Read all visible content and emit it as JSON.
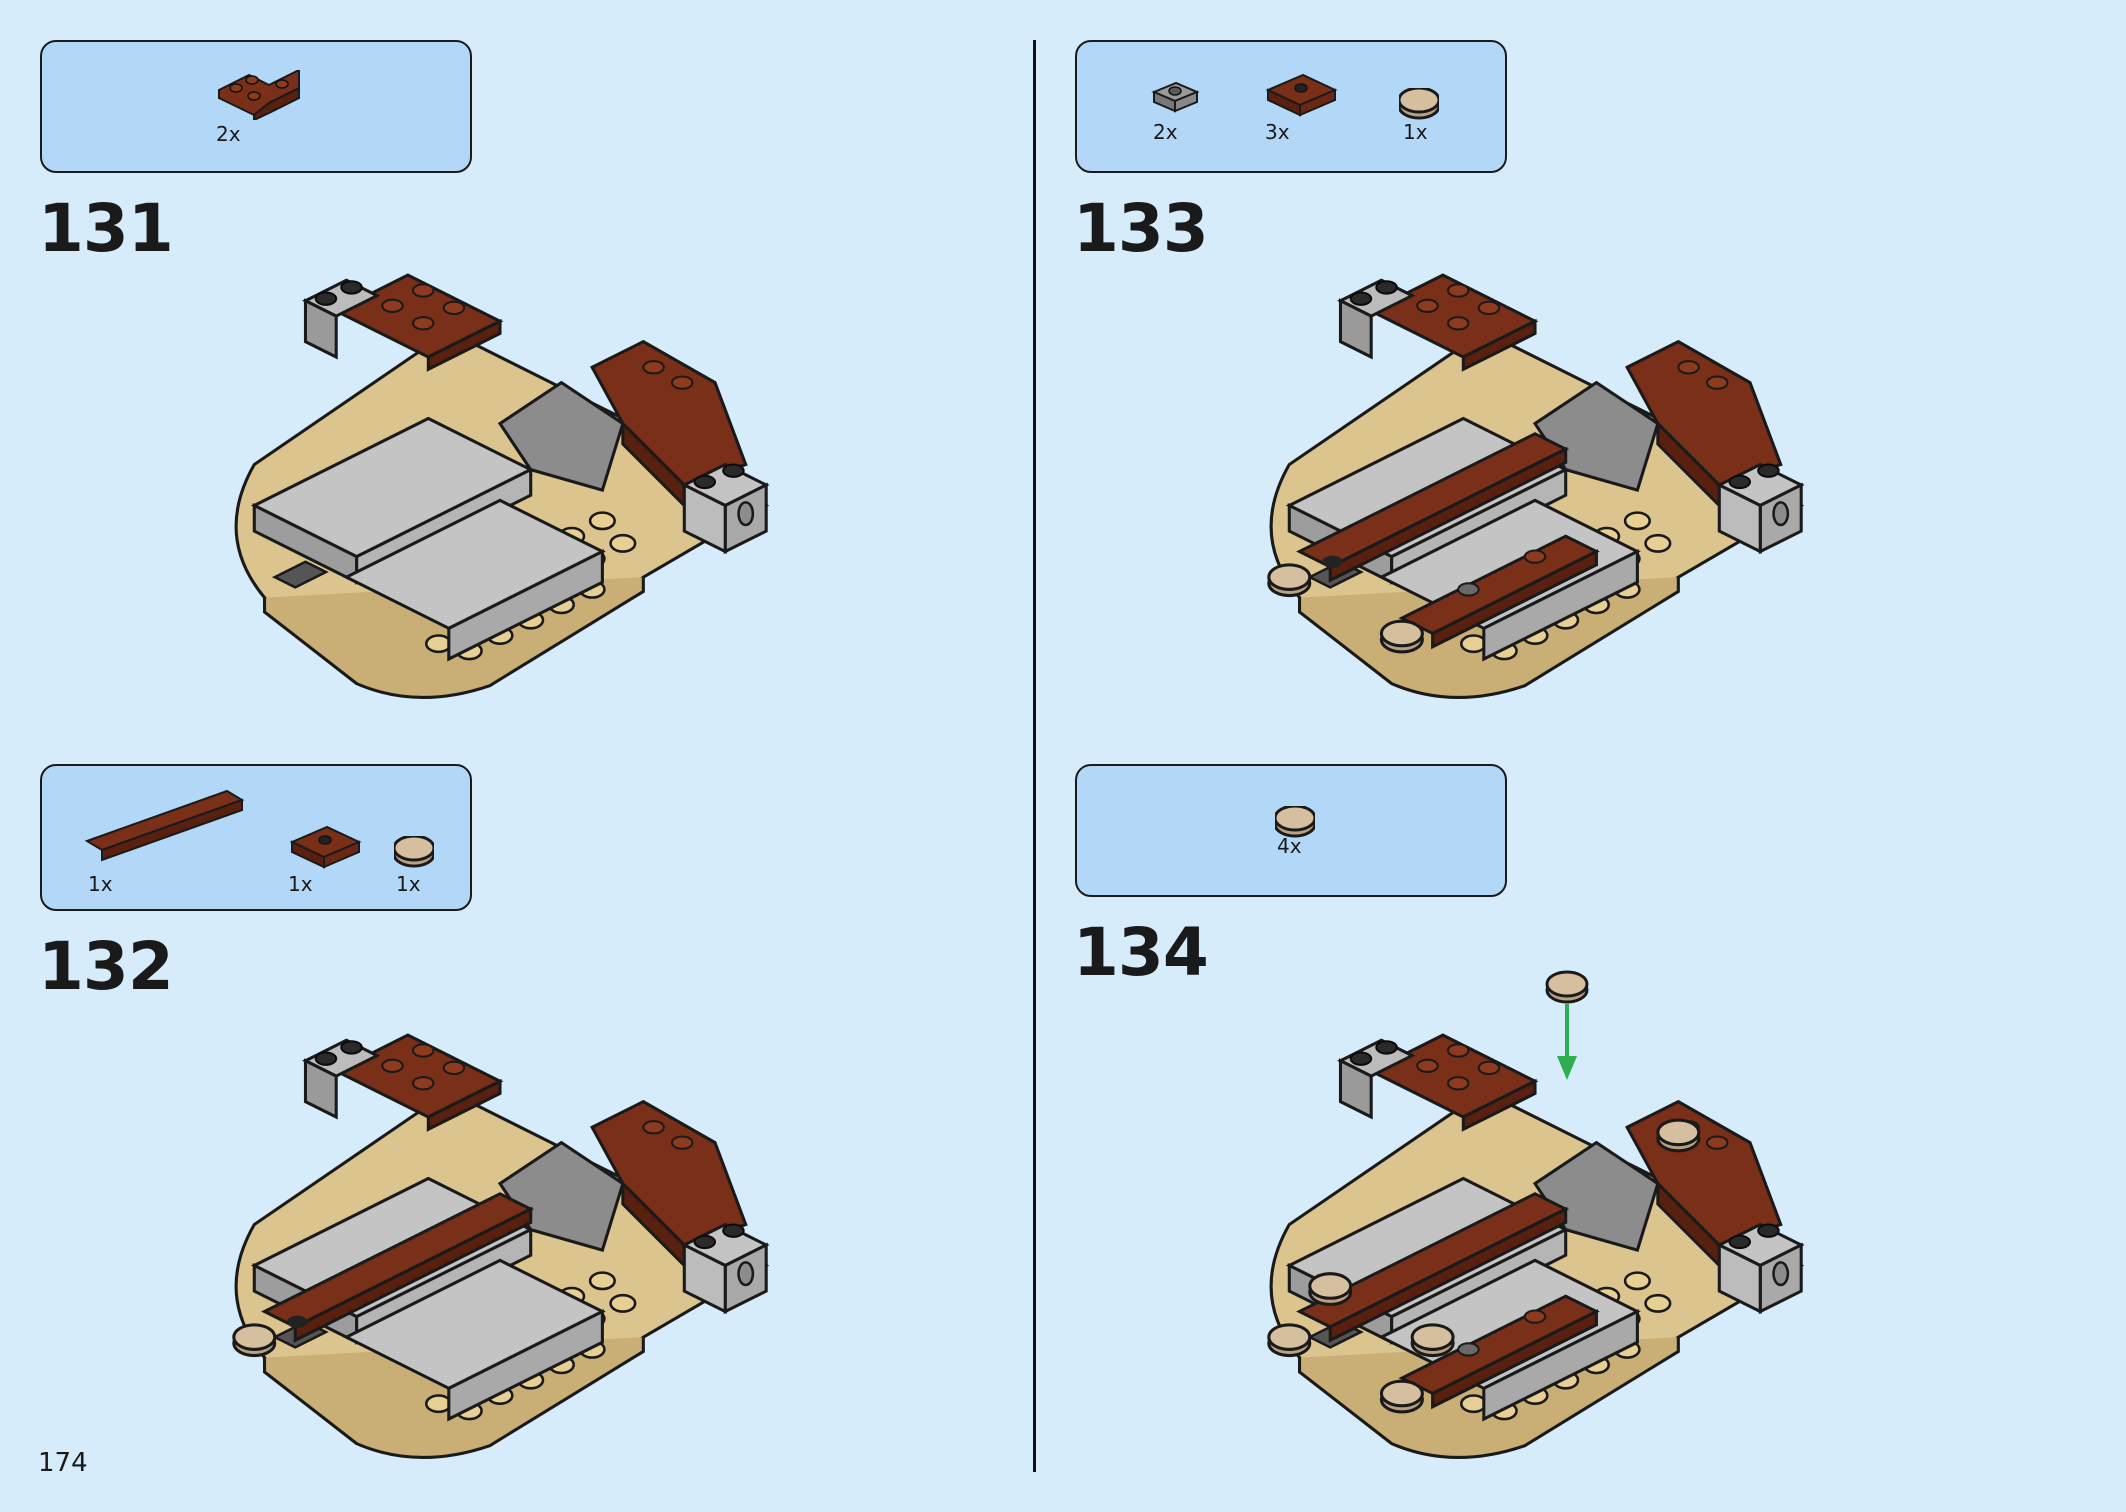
{
  "page": {
    "number": "174"
  },
  "steps": [
    {
      "number": "131",
      "parts": [
        {
          "icon": "brown-corner-plate-icon",
          "qty": "2x"
        }
      ]
    },
    {
      "number": "132",
      "parts": [
        {
          "icon": "brown-long-plate-icon",
          "qty": "1x"
        },
        {
          "icon": "brown-jumper-plate-icon",
          "qty": "1x"
        },
        {
          "icon": "tan-round-tile-icon",
          "qty": "1x"
        }
      ]
    },
    {
      "number": "133",
      "parts": [
        {
          "icon": "gray-jumper-plate-icon",
          "qty": "2x"
        },
        {
          "icon": "brown-jumper-plate-icon",
          "qty": "3x"
        },
        {
          "icon": "tan-round-tile-icon",
          "qty": "1x"
        }
      ]
    },
    {
      "number": "134",
      "parts": [
        {
          "icon": "tan-round-tile-icon",
          "qty": "4x"
        }
      ]
    }
  ],
  "colors": {
    "background": "#d6ecfb",
    "parts_box": "#b3d7f6",
    "tan": "#dcc48e",
    "reddish_brown": "#7a2f18",
    "light_gray": "#a7a7a7",
    "dark_gray": "#666666",
    "arrow_green": "#2fae4f"
  }
}
